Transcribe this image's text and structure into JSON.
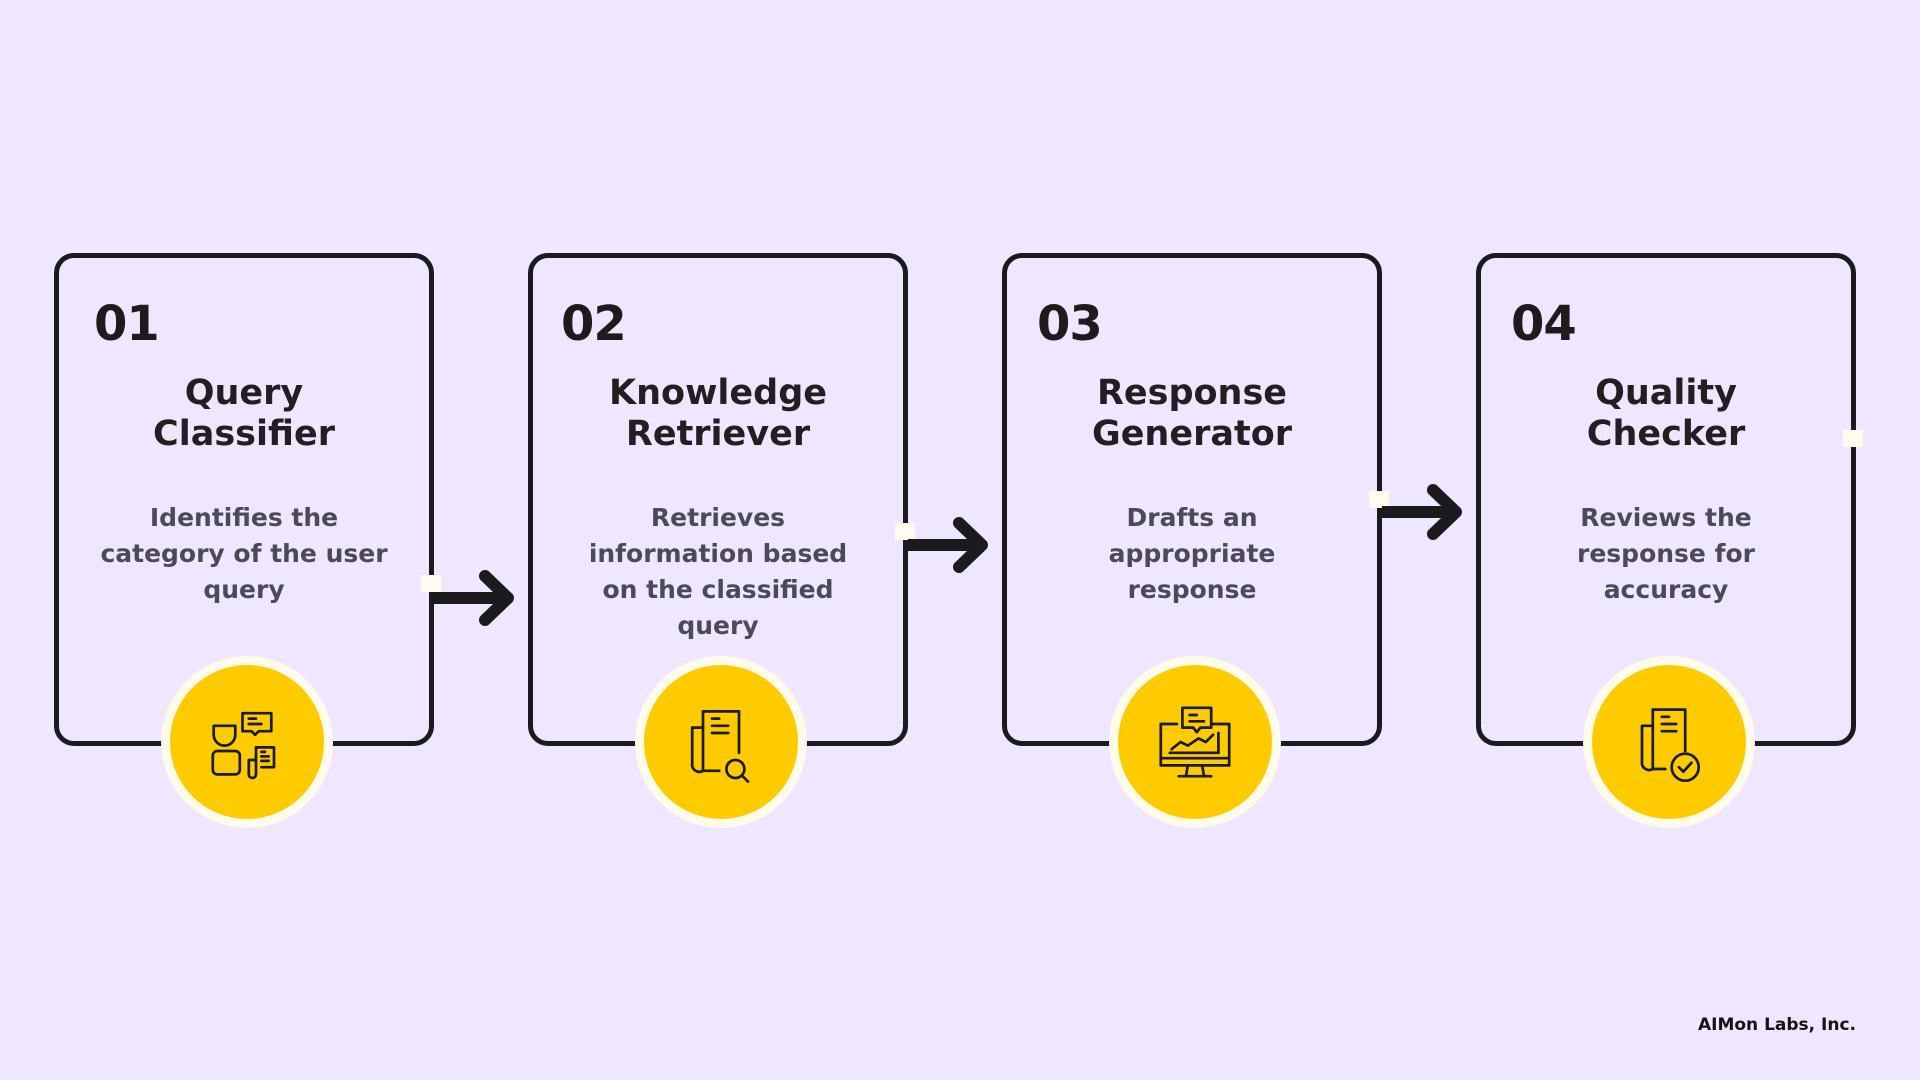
{
  "colors": {
    "background": "#efe6ff",
    "card_border": "#1b1a1c",
    "icon_circle": "#fecb00",
    "icon_ring": "#fffbeb",
    "title_text": "#231f20",
    "desc_text": "#4b4b57"
  },
  "steps": [
    {
      "number": "01",
      "title_lines": [
        "Query",
        "Classifier"
      ],
      "desc_lines": [
        "Identifies the",
        "category of the user",
        "query"
      ],
      "icon": "user-chat-documents-icon"
    },
    {
      "number": "02",
      "title_lines": [
        "Knowledge",
        "Retriever"
      ],
      "desc_lines": [
        "Retrieves",
        "information based",
        "on the classified",
        "query"
      ],
      "icon": "document-search-icon"
    },
    {
      "number": "03",
      "title_lines": [
        "Response",
        "Generator"
      ],
      "desc_lines": [
        "Drafts an",
        "appropriate",
        "response"
      ],
      "icon": "monitor-chart-chat-icon"
    },
    {
      "number": "04",
      "title_lines": [
        "Quality",
        "Checker"
      ],
      "desc_lines": [
        "Reviews the",
        "response for",
        "accuracy"
      ],
      "icon": "document-check-icon"
    }
  ],
  "footer": {
    "company": "AIMon Labs, Inc."
  }
}
